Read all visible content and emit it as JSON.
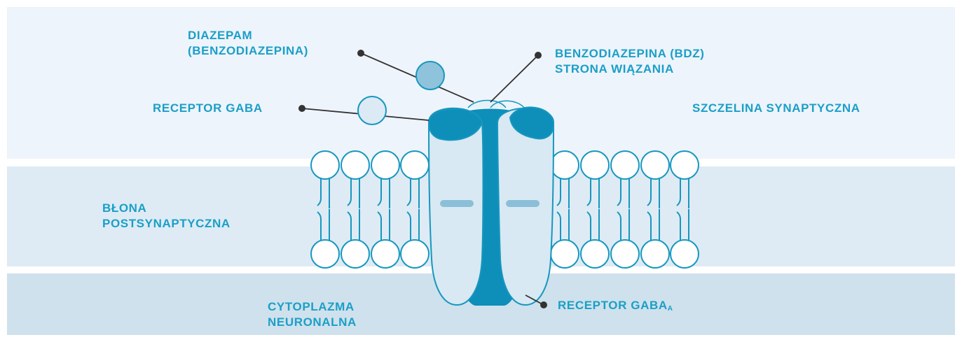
{
  "labels": {
    "diazepam_line1": "DIAZEPAM",
    "diazepam_line2": "(BENZODIAZEPINA)",
    "bdz_site_line1": "BENZODIAZEPINA (BDZ)",
    "bdz_site_line2": "STRONA WIĄZANIA",
    "receptor_gaba": "RECEPTOR GABA",
    "synaptic_cleft": "SZCZELINA SYNAPTYCZNA",
    "membrane_line1": "BŁONA",
    "membrane_line2": "POSTSYNAPTYCZNA",
    "cytoplasm_line1": "CYTOPLAZMA",
    "cytoplasm_line2": "NEURONALNA",
    "receptor_gaba_a": "RECEPTOR GABA",
    "receptor_gaba_a_sub": "A"
  },
  "colors": {
    "label": "#1a9fc8",
    "cleft": "#eef4fb",
    "membrane": "#deebf4",
    "cytoplasm": "#cfe1ec",
    "outline": "#1797bf",
    "receptor_core": "#0d8fba",
    "diazepam": "#8fc3dc",
    "gaba": "#dbeaf5",
    "leader": "#333333"
  }
}
